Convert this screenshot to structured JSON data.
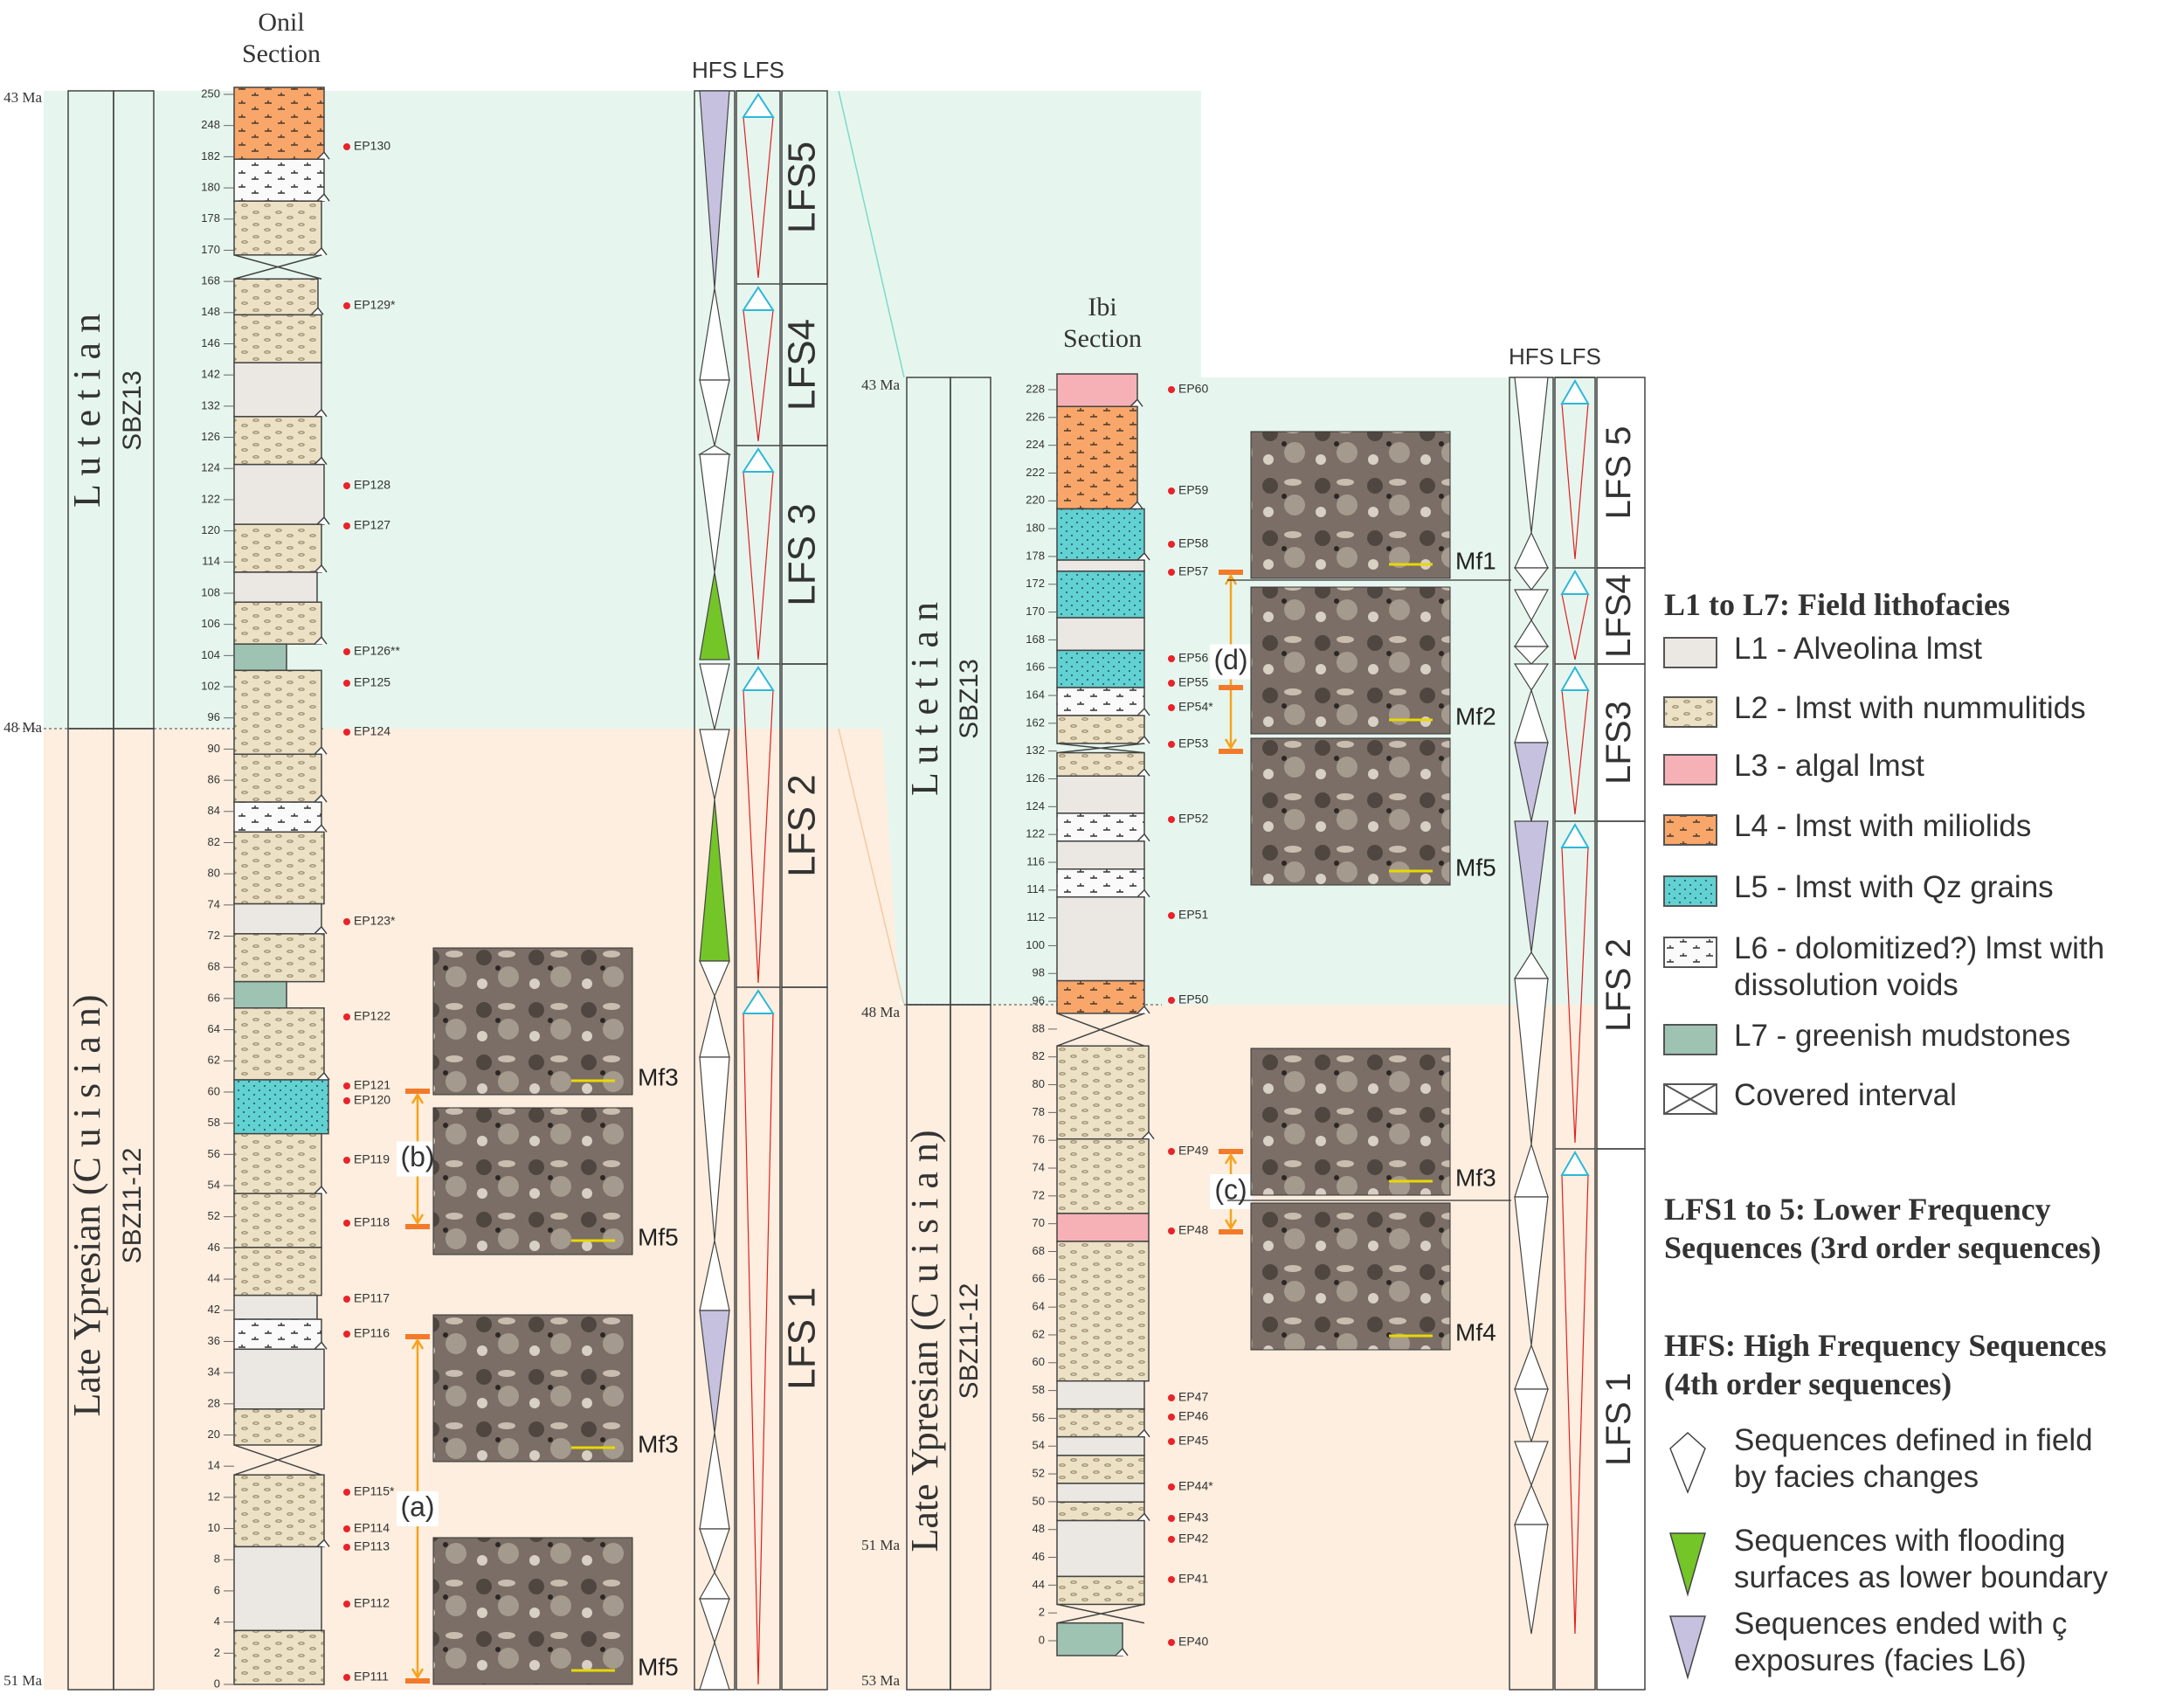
{
  "colors": {
    "L1": "#ebe8e4",
    "L2": "#ece1c5",
    "L3": "#f6b1b6",
    "L4": "#f8a66a",
    "L5": "#61d1d2",
    "L6": "#fafafa",
    "L7": "#9ec3b2",
    "lutetian_bg": "#e6f6ef",
    "ypresian_bg": "#fdeedf",
    "flood_green": "#74c528",
    "exposure_purple": "#c7c1e0",
    "lfs_triangle": "#2eb7d8",
    "red_line": "#e02020",
    "sample_dot": "#e8232a",
    "arrow": "#f7a21b",
    "bar": "#f27a2a",
    "scale_bar": "#e8d800"
  },
  "onil": {
    "title": "Onil\nSection",
    "ages": {
      "top": "43 Ma",
      "mid": "48 Ma",
      "bottom": "51 Ma"
    },
    "stages": {
      "upper": "L u t e t i a n",
      "lower": "Late Ypresian (C u i s i a n)"
    },
    "zones": {
      "upper": "SBZ13",
      "lower": "SBZ11-12"
    },
    "col_headers": {
      "hfs": "HFS",
      "lfs": "LFS"
    },
    "lfs_labels": [
      "LFS5",
      "LFS4",
      "LFS 3",
      "LFS 2",
      "LFS 1"
    ],
    "ticks": [
      "250",
      "248",
      "182",
      "180",
      "178",
      "170",
      "168",
      "148",
      "146",
      "142",
      "132",
      "126",
      "124",
      "122",
      "120",
      "114",
      "108",
      "106",
      "104",
      "102",
      "96",
      "90",
      "86",
      "84",
      "82",
      "80",
      "74",
      "72",
      "68",
      "66",
      "64",
      "62",
      "60",
      "58",
      "56",
      "54",
      "52",
      "46",
      "44",
      "42",
      "36",
      "34",
      "28",
      "20",
      "14",
      "12",
      "10",
      "8",
      "6",
      "4",
      "2",
      "0"
    ],
    "samples": [
      "EP130",
      "EP129*",
      "EP128",
      "EP127",
      "EP126**",
      "EP125",
      "EP124",
      "EP123*",
      "EP122",
      "EP121",
      "EP120",
      "EP119",
      "EP118",
      "EP117",
      "EP116",
      "EP115*",
      "EP114",
      "EP113",
      "EP112",
      "EP111"
    ],
    "interval_labels": [
      "(b)",
      "(a)"
    ],
    "micro_labels": [
      "Mf3",
      "Mf5",
      "Mf3",
      "Mf5"
    ]
  },
  "ibi": {
    "title": "Ibi\nSection",
    "ages": {
      "top": "43 Ma",
      "mid": "48 Ma",
      "low": "51 Ma",
      "bottom": "53 Ma"
    },
    "stages": {
      "upper": "L u t e t i a n",
      "lower": "Late Ypresian (C u i s i a n)"
    },
    "zones": {
      "upper": "SBZ13",
      "lower": "SBZ11-12"
    },
    "col_headers": {
      "hfs": "HFS",
      "lfs": "LFS"
    },
    "lfs_labels": [
      "LFS 5",
      "LFS4",
      "LFS3",
      "LFS 2",
      "LFS 1"
    ],
    "ticks": [
      "228",
      "226",
      "224",
      "222",
      "220",
      "180",
      "178",
      "172",
      "170",
      "168",
      "166",
      "164",
      "162",
      "132",
      "126",
      "124",
      "122",
      "116",
      "114",
      "112",
      "100",
      "98",
      "96",
      "88",
      "82",
      "80",
      "78",
      "76",
      "74",
      "72",
      "70",
      "68",
      "66",
      "64",
      "62",
      "60",
      "58",
      "56",
      "54",
      "52",
      "50",
      "48",
      "46",
      "44",
      "2",
      "0"
    ],
    "samples": [
      "EP60",
      "EP59",
      "EP58",
      "EP57",
      "EP56",
      "EP55",
      "EP54*",
      "EP53",
      "EP52",
      "EP51",
      "EP50",
      "EP49",
      "EP48",
      "EP47",
      "EP46",
      "EP45",
      "EP44*",
      "EP43",
      "EP42",
      "EP41",
      "EP40"
    ],
    "interval_labels": [
      "(d)",
      "(c)"
    ],
    "micro_labels": [
      "Mf1",
      "Mf2",
      "Mf5",
      "Mf3",
      "Mf4"
    ]
  },
  "legend": {
    "lith_title": "L1 to L7: Field lithofacies",
    "lith_items": [
      {
        "key": "L1",
        "text": "L1 - Alveolina lmst"
      },
      {
        "key": "L2",
        "text": "L2 - lmst with nummulitids"
      },
      {
        "key": "L3",
        "text": "L3 - algal lmst"
      },
      {
        "key": "L4",
        "text": "L4 - lmst with miliolids"
      },
      {
        "key": "L5",
        "text": "L5 - lmst with Qz grains"
      },
      {
        "key": "L6",
        "text": "L6 - dolomitized?) lmst with\n      dissolution voids"
      },
      {
        "key": "L7",
        "text": "L7 - greenish mudstones"
      },
      {
        "key": "covered",
        "text": "Covered interval"
      }
    ],
    "lfs_title": "LFS1 to 5: Lower Frequency\nSequences (3rd order sequences)",
    "hfs_title": "HFS: High Frequency Sequences\n(4th order sequences)",
    "hfs_items": [
      {
        "key": "field",
        "text": "Sequences defined in field\nby facies changes"
      },
      {
        "key": "flood",
        "text": "Sequences with flooding\nsurfaces as lower boundary"
      },
      {
        "key": "exposure",
        "text": "Sequences ended with ç\nexposures (facies L6)"
      }
    ]
  }
}
